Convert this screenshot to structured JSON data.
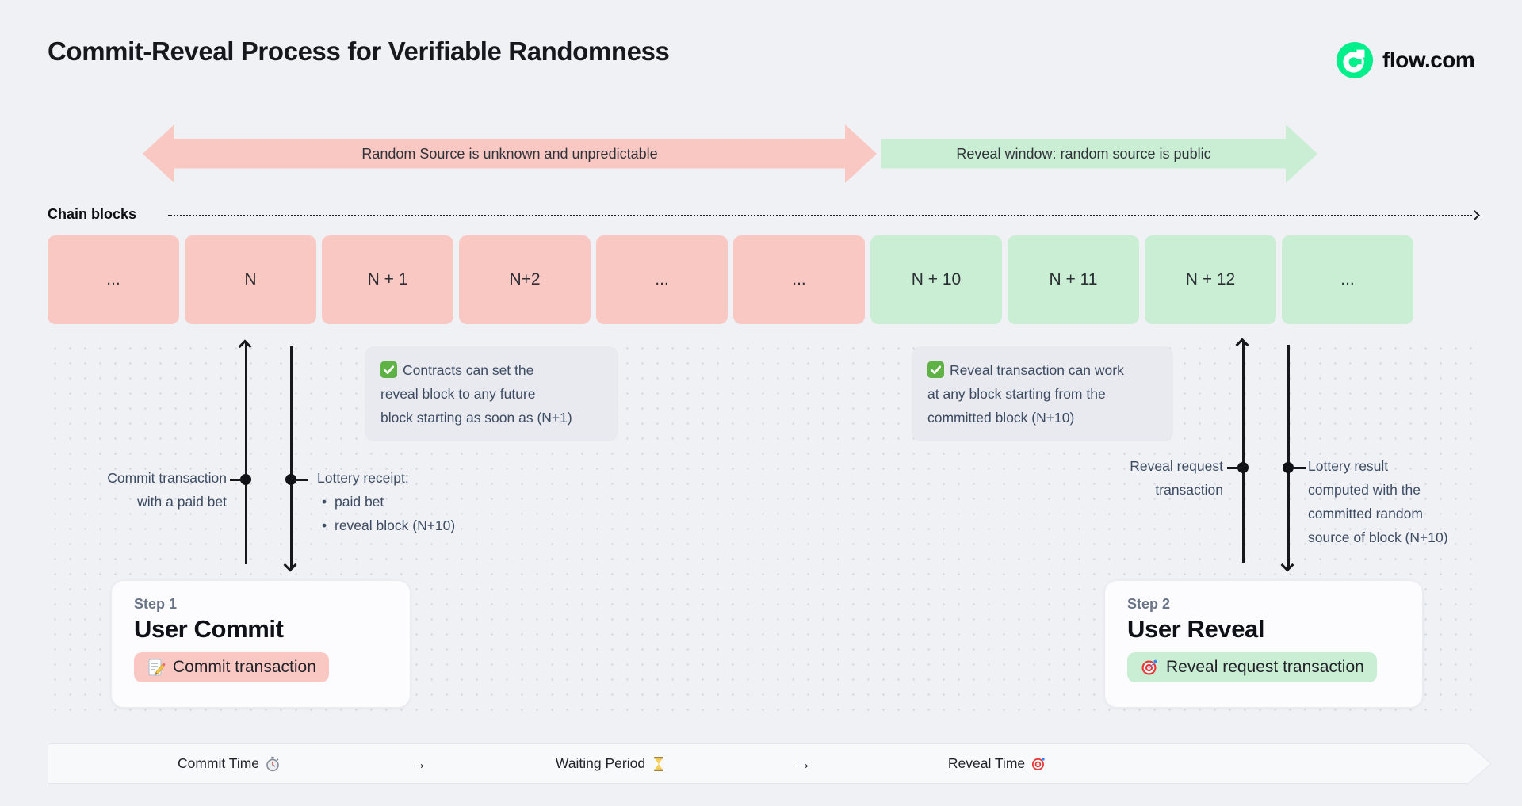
{
  "page": {
    "title": "Commit-Reveal Process for Verifiable Randomness"
  },
  "brand": {
    "label": "flow.com",
    "logo_color": "#00ef8b"
  },
  "phase_arrows": {
    "unknown": {
      "label": "Random Source is unknown and unpredictable",
      "color": "#f9c8c3"
    },
    "reveal": {
      "label": "Reveal window: random source is public",
      "color": "#c9eed3"
    }
  },
  "chain": {
    "label": "Chain blocks",
    "blocks": [
      {
        "label": "...",
        "phase": "unknown"
      },
      {
        "label": "N",
        "phase": "unknown"
      },
      {
        "label": "N + 1",
        "phase": "unknown"
      },
      {
        "label": "N+2",
        "phase": "unknown"
      },
      {
        "label": "...",
        "phase": "unknown"
      },
      {
        "label": "...",
        "phase": "unknown"
      },
      {
        "label": "N + 10",
        "phase": "reveal"
      },
      {
        "label": "N + 11",
        "phase": "reveal"
      },
      {
        "label": "N + 12",
        "phase": "reveal"
      },
      {
        "label": "...",
        "phase": "reveal"
      }
    ]
  },
  "annotations": {
    "commit": {
      "icon": "check-icon",
      "lines": [
        "Contracts can set the",
        "reveal block to any future",
        "block starting as soon as (N+1)"
      ]
    },
    "reveal": {
      "icon": "check-icon",
      "lines": [
        "Reveal transaction can work",
        "at any block starting from the",
        "committed block (N+10)"
      ]
    }
  },
  "flow_labels": {
    "commit_tx": {
      "lines": [
        "Commit transaction",
        "with a paid bet"
      ]
    },
    "lottery_receipt": {
      "title": "Lottery receipt:",
      "bullets": [
        "paid bet",
        "reveal block (N+10)"
      ]
    },
    "reveal_request": {
      "lines": [
        "Reveal request",
        "transaction"
      ]
    },
    "lottery_result": {
      "lines": [
        "Lottery result",
        "computed with the",
        "committed random",
        "source of block (N+10)"
      ]
    }
  },
  "steps": {
    "step1": {
      "eyebrow": "Step 1",
      "title": "User Commit",
      "pill_label": "Commit transaction",
      "pill_icon": "memo-icon",
      "pill_color": "#f9c8c3"
    },
    "step2": {
      "eyebrow": "Step 2",
      "title": "User Reveal",
      "pill_label": "Reveal request transaction",
      "pill_icon": "target-icon",
      "pill_color": "#c9eed3"
    }
  },
  "timeline": {
    "items": [
      {
        "label": "Commit Time",
        "icon": "stopwatch-icon"
      },
      {
        "label": "→"
      },
      {
        "label": "Waiting Period",
        "icon": "hourglass-icon"
      },
      {
        "label": "→"
      },
      {
        "label": "Reveal Time",
        "icon": "target-icon"
      }
    ]
  },
  "colors": {
    "page_bg": "#eff1f5",
    "pink": "#f9c8c3",
    "green": "#c9eed3",
    "flow_green": "#00ef8b",
    "note_bg": "#e8eaef",
    "slate_text": "#3d4b62",
    "ink": "#16181d"
  }
}
